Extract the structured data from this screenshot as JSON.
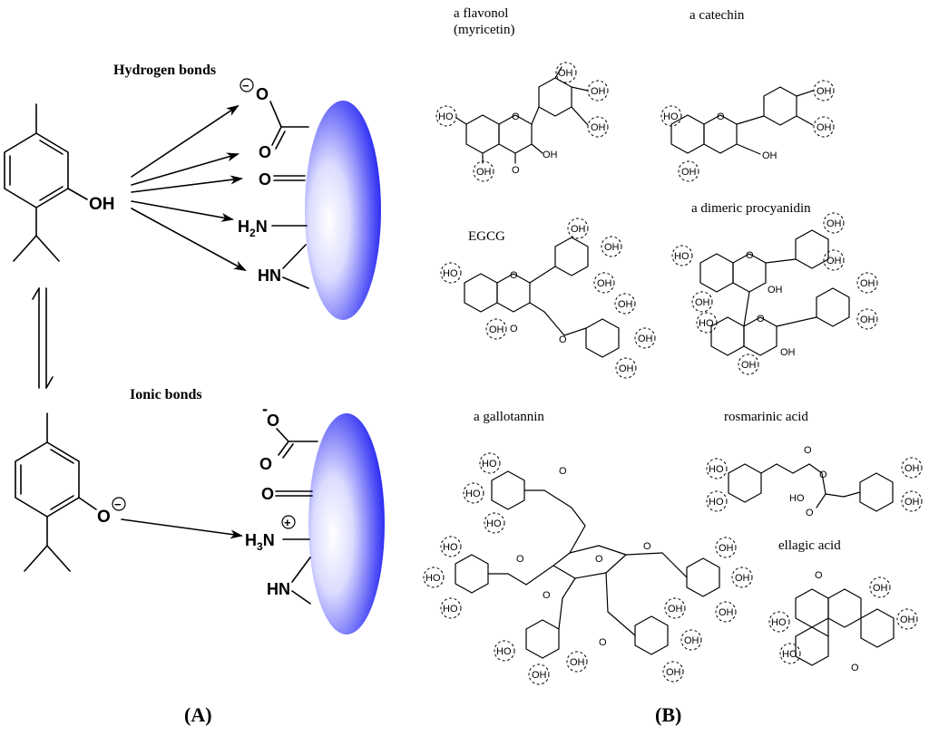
{
  "panel_a": {
    "caption": "(A)",
    "hydrogen_title": "Hydrogen bonds",
    "ionic_title": "Ionic bonds",
    "oh_label": "OH",
    "o_label": "O",
    "minus_sign": "−",
    "plus_sign": "+",
    "ion_minus": "-",
    "hb_labels": {
      "carboxylate_o": "O",
      "carbonyl_o1": "O",
      "carbonyl_o2": "O",
      "amine": "H",
      "amine_sub": "2",
      "amine_n": "N",
      "imine": "HN"
    },
    "ion_labels": {
      "o_top": "O",
      "o_carbonyl1": "O",
      "o_carbonyl2": "O",
      "ammonium_h": "H",
      "ammonium_sub": "3",
      "ammonium_n": "N",
      "imine": "HN"
    },
    "protein_color": "#1515f5"
  },
  "panel_b": {
    "caption": "(B)",
    "compounds": {
      "flavonol": {
        "name_line1": "a flavonol",
        "name_line2": "(myricetin)"
      },
      "catechin": {
        "name": "a catechin"
      },
      "egcg": {
        "name": "EGCG"
      },
      "procyanidin": {
        "name": "a dimeric procyanidin"
      },
      "gallotannin": {
        "name": "a gallotannin"
      },
      "rosmarinic": {
        "name": "rosmarinic acid"
      },
      "ellagic": {
        "name": "ellagic acid"
      }
    },
    "group_labels": {
      "oh": "OH",
      "ho": "HO",
      "o": "O"
    }
  }
}
